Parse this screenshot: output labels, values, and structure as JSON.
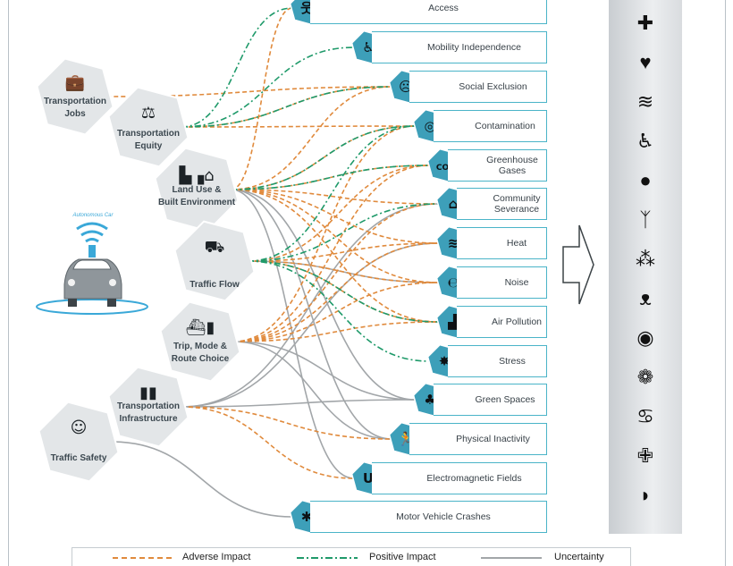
{
  "drivers": [
    {
      "id": "jobs",
      "label_lines": [
        "Transportation",
        "Jobs"
      ],
      "icon": "briefcase-icon"
    },
    {
      "id": "equity",
      "label_lines": [
        "Transportation",
        "Equity"
      ],
      "icon": "scales-icon"
    },
    {
      "id": "landuse",
      "label_lines": [
        "Land Use &",
        "Built Environment"
      ],
      "icon": "buildings-icon"
    },
    {
      "id": "traffic",
      "label_lines": [
        "Traffic Flow"
      ],
      "icon": "cars-icon"
    },
    {
      "id": "trip",
      "label_lines": [
        "Trip, Mode &",
        "Route Choice"
      ],
      "icon": "modes-icon"
    },
    {
      "id": "infra",
      "label_lines": [
        "Transportation",
        "Infrastructure"
      ],
      "icon": "road-icon"
    },
    {
      "id": "safety",
      "label_lines": [
        "Traffic Safety"
      ],
      "icon": "seatbelt-icon"
    }
  ],
  "autonomous_car": {
    "label": "Autonomous Car",
    "icon": "autonomous-car-icon"
  },
  "outcomes": [
    {
      "label": "Access",
      "icon": "person-icon"
    },
    {
      "label": "Mobility Independence",
      "icon": "wheelchair-icon"
    },
    {
      "label": "Social Exclusion",
      "icon": "sad-person-icon"
    },
    {
      "label": "Contamination",
      "icon": "target-icon"
    },
    {
      "label": "Greenhouse Gases",
      "icon": "co2-cloud-icon"
    },
    {
      "label": "Community Severance",
      "icon": "severed-house-icon"
    },
    {
      "label": "Heat",
      "icon": "heat-waves-icon"
    },
    {
      "label": "Noise",
      "icon": "ear-icon"
    },
    {
      "label": "Air Pollution",
      "icon": "factory-icon"
    },
    {
      "label": "Stress",
      "icon": "stressed-person-icon"
    },
    {
      "label": "Green Spaces",
      "icon": "tree-icon"
    },
    {
      "label": "Physical Inactivity",
      "icon": "runner-icon"
    },
    {
      "label": "Electromagnetic Fields",
      "icon": "magnet-icon"
    },
    {
      "label": "Motor Vehicle Crashes",
      "icon": "crash-icon"
    }
  ],
  "health_outcomes": [
    {
      "icon": "mental-health-icon",
      "glyph": "✚"
    },
    {
      "icon": "heart-icon",
      "glyph": "♥"
    },
    {
      "icon": "skin-icon",
      "glyph": "≋"
    },
    {
      "icon": "disability-icon",
      "glyph": "♿"
    },
    {
      "icon": "obesity-icon",
      "glyph": "●"
    },
    {
      "icon": "lungs-icon",
      "glyph": "ᛉ"
    },
    {
      "icon": "inhaler-icon",
      "glyph": "⁂"
    },
    {
      "icon": "cancer-ribbon-icon",
      "glyph": "ᴥ"
    },
    {
      "icon": "eye-icon",
      "glyph": "◉"
    },
    {
      "icon": "brain-icon",
      "glyph": "❁"
    },
    {
      "icon": "kidneys-icon",
      "glyph": "♋"
    },
    {
      "icon": "care-hand-icon",
      "glyph": "✙"
    },
    {
      "icon": "injury-icon",
      "glyph": "◗"
    }
  ],
  "links": {
    "adverse": [
      [
        "jobs",
        2
      ],
      [
        "equity",
        2
      ],
      [
        "equity",
        3
      ],
      [
        "landuse",
        0
      ],
      [
        "landuse",
        2
      ],
      [
        "landuse",
        3
      ],
      [
        "landuse",
        4
      ],
      [
        "landuse",
        5
      ],
      [
        "landuse",
        6
      ],
      [
        "landuse",
        7
      ],
      [
        "landuse",
        8
      ],
      [
        "traffic",
        4
      ],
      [
        "traffic",
        6
      ],
      [
        "traffic",
        7
      ],
      [
        "traffic",
        8
      ],
      [
        "trip",
        3
      ],
      [
        "trip",
        4
      ],
      [
        "trip",
        5
      ],
      [
        "trip",
        6
      ],
      [
        "trip",
        7
      ],
      [
        "trip",
        8
      ],
      [
        "infra",
        11
      ],
      [
        "infra",
        12
      ]
    ],
    "positive": [
      [
        "equity",
        0
      ],
      [
        "equity",
        1
      ],
      [
        "equity",
        2
      ],
      [
        "landuse",
        3
      ],
      [
        "landuse",
        4
      ],
      [
        "traffic",
        3
      ],
      [
        "traffic",
        5
      ],
      [
        "traffic",
        8
      ],
      [
        "traffic",
        9
      ]
    ],
    "uncertainty": [
      [
        "landuse",
        10
      ],
      [
        "landuse",
        11
      ],
      [
        "landuse",
        12
      ],
      [
        "traffic",
        7
      ],
      [
        "trip",
        10
      ],
      [
        "trip",
        11
      ],
      [
        "infra",
        5
      ],
      [
        "infra",
        6
      ],
      [
        "infra",
        10
      ],
      [
        "safety",
        13
      ]
    ]
  },
  "legend": {
    "adverse": {
      "label": "Adverse Impact",
      "color": "#e08a3c"
    },
    "positive": {
      "label": "Positive Impact",
      "color": "#1f9a6a"
    },
    "uncertainty": {
      "label": "Uncertainty",
      "color": "#a2a6a9"
    }
  },
  "colors": {
    "hex_fill": "#e3e6e8",
    "outcome_border": "#4ab4c8",
    "outcome_icon_fill": "#3d9fb9",
    "health_column": "#d9dcdf"
  }
}
